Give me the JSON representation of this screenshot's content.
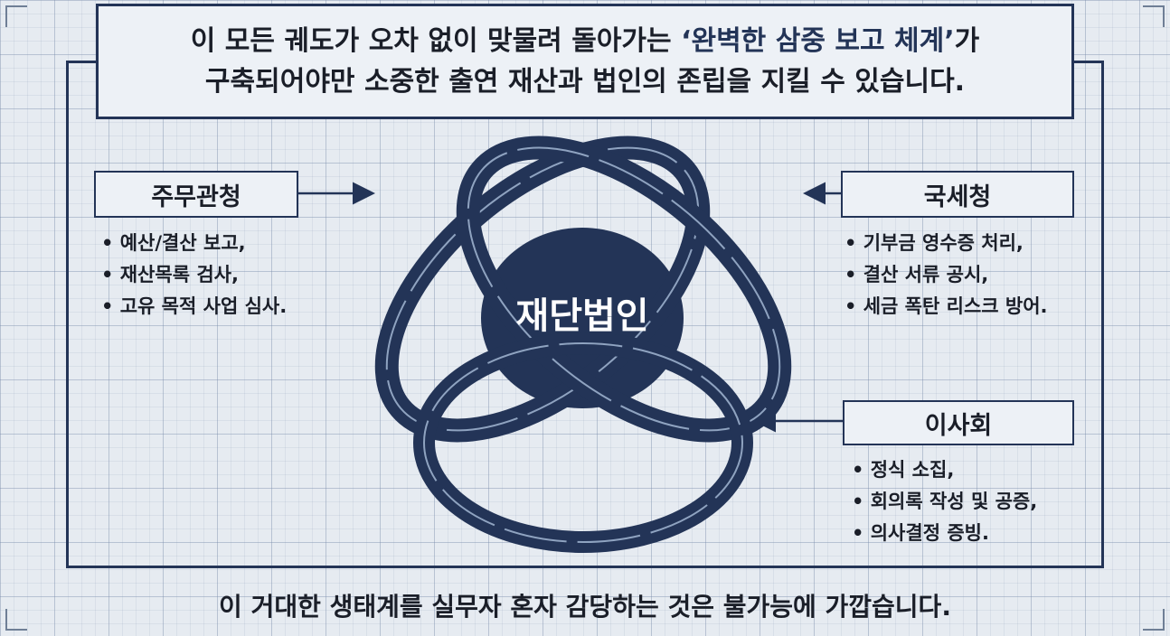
{
  "headline": {
    "line1_prefix": "이 모든 궤도가 오차 없이 맞물려 돌아가는 ",
    "line1_highlight": "‘완벽한 삼중 보고 체계’",
    "line1_suffix": "가",
    "line2": "구축되어야만 소중한 출연 재산과 법인의 존립을 지킬 수 있습니다."
  },
  "center": {
    "label": "재단법인"
  },
  "nodes": {
    "left": {
      "title": "주무관청",
      "items": [
        "예산/결산 보고,",
        "재산목록 검사,",
        "고유 목적 사업 심사."
      ]
    },
    "right_top": {
      "title": "국세청",
      "items": [
        "기부금 영수증 처리,",
        "결산 서류 공시,",
        "세금 폭탄 리스크 방어."
      ]
    },
    "right_bottom": {
      "title": "이사회",
      "items": [
        "정식 소집,",
        "회의록 작성 및 공증,",
        "의사결정 증빙."
      ]
    }
  },
  "footer": {
    "text": "이 거대한 생태계를 실무자 혼자 감당하는 것은 불가능에 가깝습니다."
  },
  "colors": {
    "navy": "#233457",
    "panel": "#edf1f6",
    "grid": "#e6ebf1"
  }
}
